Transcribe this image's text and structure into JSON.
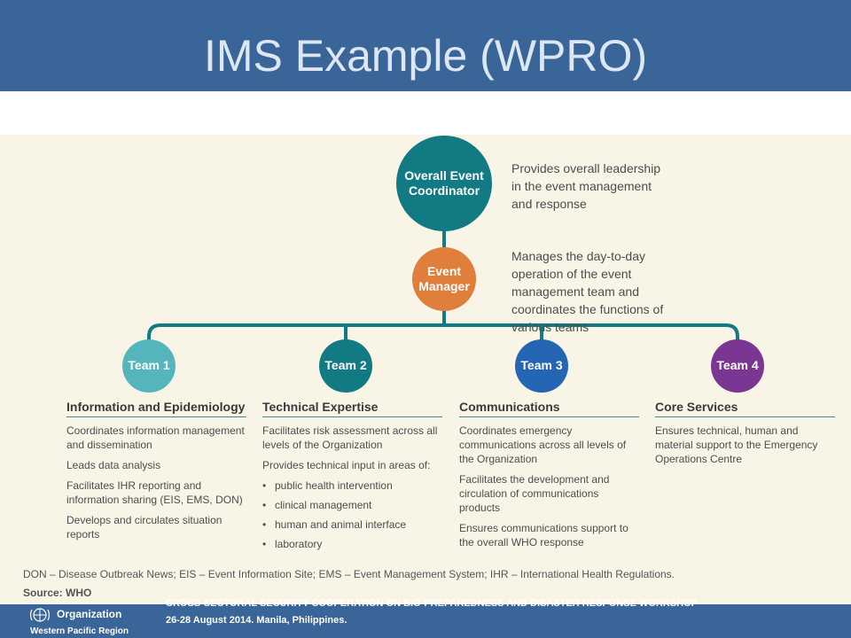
{
  "title": "IMS Example (WPRO)",
  "overall": {
    "label": "Overall Event Coordinator",
    "desc": "Provides overall leadership in the event management and response"
  },
  "manager": {
    "label": "Event Manager",
    "desc": "Manages the day-to-day operation of the event management team and coordinates the functions of various teams"
  },
  "teams": [
    {
      "label": "Team 1",
      "heading": "Information and Epidemiology",
      "items": [
        "Coordinates information management and dissemination",
        "Leads data analysis",
        "Facilitates IHR reporting and information sharing (EIS, EMS, DON)",
        "Develops and circulates situation reports"
      ]
    },
    {
      "label": "Team 2",
      "heading": "Technical Expertise",
      "items": [
        "Facilitates risk assessment across all levels of the Organization",
        "Provides technical input in areas of:"
      ],
      "bullets": [
        "public health intervention",
        "clinical management",
        "human and animal interface",
        "laboratory"
      ]
    },
    {
      "label": "Team 3",
      "heading": "Communications",
      "items": [
        "Coordinates emergency communications across all levels of the Organization",
        "Facilitates the development and circulation of communications products",
        "Ensures communications support to the overall WHO response"
      ]
    },
    {
      "label": "Team 4",
      "heading": "Core Services",
      "items": [
        "Ensures technical, human and material support to the Emergency Operations Centre"
      ]
    }
  ],
  "abbreviations": "DON – Disease Outbreak News; EIS – Event Information Site; EMS – Event Management System; IHR – International Health Regulations.",
  "source_label": "Source:",
  "source_value": "WHO",
  "footer": {
    "org": "Organization",
    "region": "Western Pacific Region",
    "workshop": "CROSS-SECTORAL SECURITY COOPERATION ON BIO-PREPAREDNESS AND DISASTER RESPONSE WORKSHOP",
    "dates": "26-28 August 2014. Manila, Philippines."
  },
  "colors": {
    "header": "#3a6598",
    "overall": "#117a83",
    "manager": "#e07e3c",
    "team1": "#55b5bd",
    "team2": "#117a83",
    "team3": "#2466b3",
    "team4": "#7b3593"
  },
  "icons": {
    "logo": "un-emblem-icon"
  }
}
